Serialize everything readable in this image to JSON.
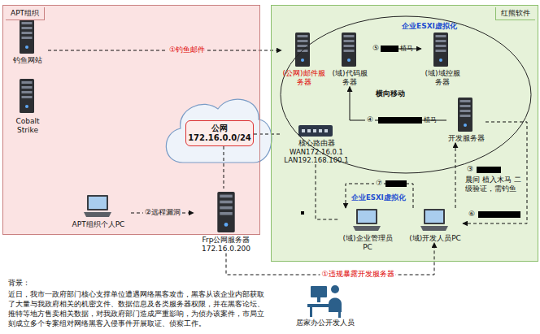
{
  "diagram": {
    "nodes": [
      {
        "text": [
          "APT组织"
        ]
      },
      {
        "text": [
          "钓鱼网站"
        ],
        "in": 0
      },
      {
        "text": [
          "Cobalt Strike"
        ],
        "in": 0
      },
      {
        "text": [
          "APT组织个人PC"
        ],
        "in": 0
      },
      {
        "text": [
          "红熊软件"
        ]
      },
      {
        "text": [
          "企业ESXI虚拟化"
        ],
        "in": 4
      },
      {
        "text": [
          "(公网)邮件服务器"
        ],
        "in": 5
      },
      {
        "text": [
          "(域)代码服务器"
        ],
        "in": 5
      },
      {
        "text": [
          "(域)域控服务器"
        ],
        "in": 5
      },
      {
        "text": [
          "开发服务器"
        ],
        "in": 5
      },
      {
        "text": [
          "公网 172.16.0.0/24"
        ]
      },
      {
        "text": [
          "核心路由器",
          "WAN172.16.0.1 LAN192.168.100.1"
        ],
        "in": 4
      },
      {
        "text": [
          "(域)企业管理员PC"
        ],
        "in": 4
      },
      {
        "text": [
          "(域)开发人员PC"
        ],
        "in": 4
      },
      {
        "text": [
          "Frp公网服务器 172.16.0.200"
        ]
      },
      {
        "text": [
          "居家办公开发人员"
        ]
      }
    ],
    "edges": [
      {
        "from": 1,
        "to": 6,
        "arrow": "to",
        "label": "①钓鱼邮件"
      },
      {
        "from": 3,
        "to": 14,
        "arrow": "to",
        "label": "②远程漏洞"
      },
      {
        "from": 10,
        "to": 14,
        "arrow": "none"
      },
      {
        "from": 10,
        "to": 11,
        "arrow": "none"
      },
      {
        "from": 7,
        "to": 8,
        "arrow": "to",
        "label": "⑤"
      },
      {
        "from": 9,
        "to": 7,
        "arrow": "to",
        "label": "④"
      },
      {
        "from": 13,
        "to": 9,
        "arrow": "to",
        "label": "③"
      },
      {
        "from": 9,
        "to": 13,
        "arrow": "to",
        "label": "⑥"
      },
      {
        "from": 13,
        "to": 12,
        "arrow": "to",
        "label": "⑦"
      },
      {
        "from": 11,
        "to": 12,
        "arrow": "none"
      },
      {
        "from": 14,
        "to": 13,
        "arrow": "to",
        "label": "①违规暴露开发服务器"
      }
    ],
    "labels": [
      "植马",
      "植马",
      "横向移动",
      "晨间 植入木马 二级验证，需钓鱼",
      "企业ESXI虚拟化",
      "背景：",
      "近日，我市一政府部门核心支撑单位遭遇网络黑客攻击，黑客从该企业内部获取了大量与我政府相关的机密文件、数据信息及各类服务器权限，并在黑客论坛、推特等地方售卖相关数据，对我政府部门造成严重影响，为侦办该案件，市局立刻成立多个专案组对网络黑客入侵事件开展取证、侦察工作。"
    ]
  }
}
